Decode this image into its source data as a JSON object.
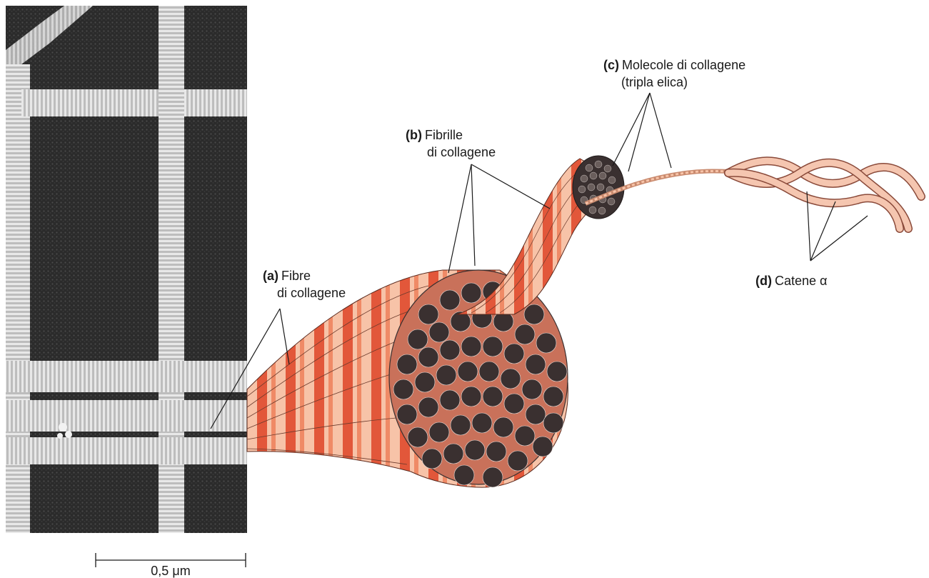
{
  "labels": {
    "a": {
      "key": "(a)",
      "line1": "Fibre",
      "line2": "di collagene"
    },
    "b": {
      "key": "(b)",
      "line1": "Fibrille",
      "line2": "di collagene"
    },
    "c": {
      "key": "(c)",
      "line1": "Molecole di collagene",
      "line2": "(tripla elica)"
    },
    "d": {
      "key": "(d)",
      "line1": "Catene α"
    }
  },
  "scale_bar": {
    "text": "0,5 μm"
  },
  "colors": {
    "fiber_dark": "#e2573a",
    "fiber_light": "#f7c3a8",
    "fiber_mid": "#ef8a66",
    "cross_section": "#3a3030",
    "micrograph_bg": "#2c2c2c",
    "micrograph_fiber": "#cfcfcf"
  }
}
